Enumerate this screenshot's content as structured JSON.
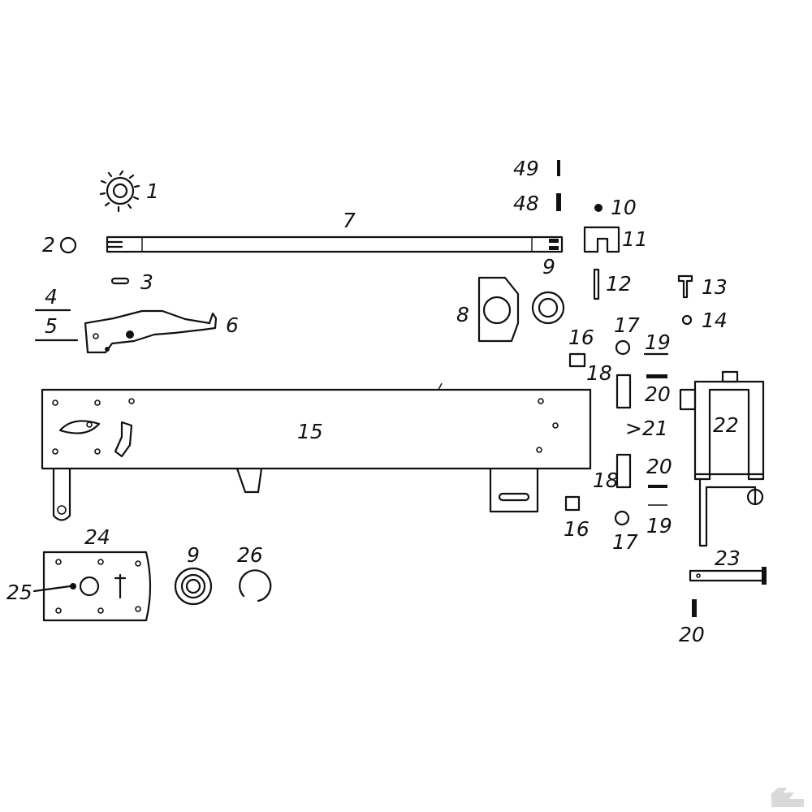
{
  "diagram": {
    "type": "exploded-parts-drawing",
    "part_labels": {
      "p1": "1",
      "p2": "2",
      "p3": "3",
      "p4": "4",
      "p5": "5",
      "p6": "6",
      "p7": "7",
      "p8": "8",
      "p9a": "9",
      "p9b": "9",
      "p10": "10",
      "p11": "11",
      "p12": "12",
      "p13": "13",
      "p14": "14",
      "p15": "15",
      "p16a": "16",
      "p16b": "16",
      "p17a": "17",
      "p17b": "17",
      "p18a": "18",
      "p18b": "18",
      "p19a": "19",
      "p19b": "19",
      "p20a": "20",
      "p20b": "20",
      "p20c": "20",
      "p21": ">21",
      "p22": "22",
      "p23": "23",
      "p24": "24",
      "p25": "25",
      "p26": "26",
      "p48": "48",
      "p49": "49"
    }
  },
  "watermark": {
    "name": "brand-logo"
  }
}
